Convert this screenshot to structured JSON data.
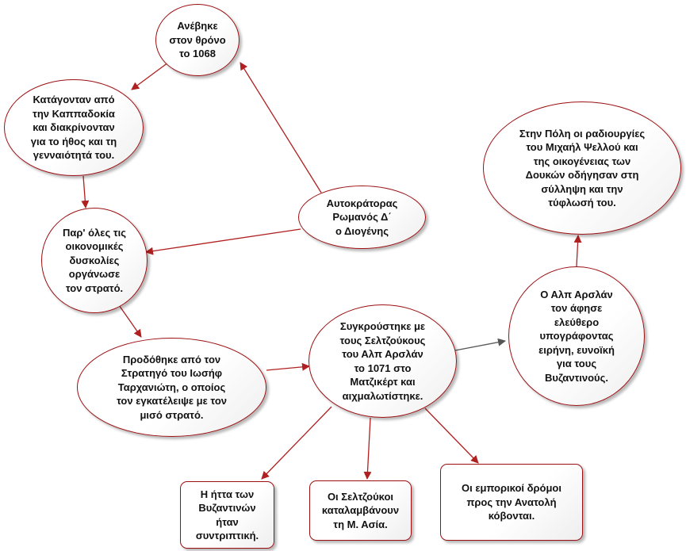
{
  "colors": {
    "node_border": "#9b0f12",
    "arrow_red": "#b02020",
    "arrow_gray": "#555555"
  },
  "nodes": [
    {
      "id": "anevike",
      "shape": "ellipse",
      "text": "Ανέβηκε\nστον θρόνο\nτο 1068"
    },
    {
      "id": "katagontan",
      "shape": "ellipse",
      "text": "Κατάγονταν από\nτην Καππαδοκία\nκαι διακρίνονταν\nγια το ήθος και τη\nγενναιότητά του."
    },
    {
      "id": "autokratoras",
      "shape": "ellipse",
      "text": "Αυτοκράτορας\nΡωμανός Δ΄\nο Διογένης"
    },
    {
      "id": "oikonomikes",
      "shape": "ellipse",
      "text": "Παρ' όλες τις\nοικονομικές\nδυσκολίες\nοργάνωσε\nτον στρατό."
    },
    {
      "id": "prodothike",
      "shape": "ellipse",
      "text": "Προδόθηκε από τον\nΣτρατηγό του Ιωσήφ\nΤαρχανιώτη, ο οποίος\nτον εγκατέλειψε με τον\nμισό στρατό."
    },
    {
      "id": "sygkroustike",
      "shape": "ellipse",
      "text": "Συγκρούστηκε με\nτους Σελτζούκους\nτου Αλπ Αρσλάν\nτο 1071 στο\nΜατζικέρτ και\nαιχμαλωτίστηκε."
    },
    {
      "id": "alp",
      "shape": "ellipse",
      "text": "Ο Αλπ Αρσλάν\nτον άφησε\nελεύθερο\nυπογράφοντας\nειρήνη, ευνοϊκή\nγια τους\nΒυζαντινούς."
    },
    {
      "id": "poli",
      "shape": "ellipse",
      "text": "Στην Πόλη οι ραδιουργίες\nτου Μιχαήλ Ψελλού και\nτης οικογένειας των\nΔουκών οδήγησαν στη\nσύλληψη και την\nτύφλωσή του."
    },
    {
      "id": "itta",
      "shape": "rect",
      "text": "Η ήττα των\nΒυζαντινών\nήταν\nσυντριπτική."
    },
    {
      "id": "seltzoukoi",
      "shape": "rect",
      "text": "Οι Σελτζούκοι\nκαταλαμβάνουν\nτη Μ. Ασία."
    },
    {
      "id": "emporikoi",
      "shape": "rect",
      "text": "Οι εμπορικοί δρόμοι\nπρος την Ανατολή\nκόβονται."
    }
  ],
  "edges": [
    {
      "from": "autokratoras",
      "to": "anevike",
      "color": "red"
    },
    {
      "from": "anevike",
      "to": "katagontan",
      "color": "red"
    },
    {
      "from": "katagontan",
      "to": "oikonomikes",
      "color": "red"
    },
    {
      "from": "autokratoras",
      "to": "oikonomikes",
      "color": "red"
    },
    {
      "from": "oikonomikes",
      "to": "prodothike",
      "color": "red"
    },
    {
      "from": "prodothike",
      "to": "sygkroustike",
      "color": "red"
    },
    {
      "from": "sygkroustike",
      "to": "alp",
      "color": "gray"
    },
    {
      "from": "alp",
      "to": "poli",
      "color": "red"
    },
    {
      "from": "sygkroustike",
      "to": "itta",
      "color": "red"
    },
    {
      "from": "sygkroustike",
      "to": "seltzoukoi",
      "color": "red"
    },
    {
      "from": "sygkroustike",
      "to": "emporikoi",
      "color": "red"
    }
  ]
}
